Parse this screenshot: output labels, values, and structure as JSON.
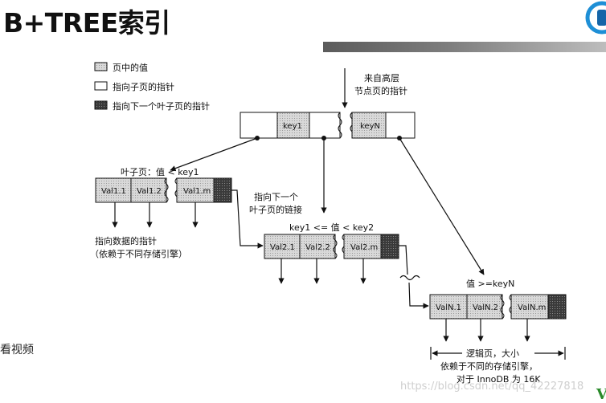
{
  "title": "B+TREE索引",
  "side_text": "看视频",
  "watermark": "https://blog.csdn.net/qq_42227818",
  "corner_mark": "V",
  "legend": {
    "value_in_page": "页中的值",
    "pointer_to_child": "指向子页的指针",
    "pointer_to_next_leaf": "指向下一个叶子页的指针"
  },
  "labels": {
    "from_upper": [
      "来自高层",
      "节点页的指针"
    ],
    "leaf_condition": "叶子页：值 < key1",
    "next_leaf_link": [
      "指向下一个",
      "叶子页的链接"
    ],
    "mid_condition": "key1 <= 值 < key2",
    "last_condition": "值 >=keyN",
    "data_pointer": [
      "指向数据的指针",
      "（依赖于不同存储引擎）"
    ],
    "logical_page": [
      "逻辑页，大小",
      "依赖于不同的存储引擎，",
      "对于 InnoDB 为 16K"
    ]
  },
  "root_node": {
    "keys": [
      "key1",
      "keyN"
    ]
  },
  "leaf_pages": [
    {
      "cells": [
        "Val1.1",
        "Val1.2",
        "Val1.m"
      ]
    },
    {
      "cells": [
        "Val2.1",
        "Val2.2",
        "Val2.m"
      ]
    },
    {
      "cells": [
        "ValN.1",
        "ValN.2",
        "ValN.m"
      ]
    }
  ],
  "colors": {
    "value_cell": "#d9d9d9",
    "pointer_cell": "#ffffff",
    "next_pointer_cell": "#3a3a3a",
    "logo_ring": "#1e8fd6",
    "logo_fill": "#1565a8",
    "header_bar": "#6e6e6e"
  }
}
